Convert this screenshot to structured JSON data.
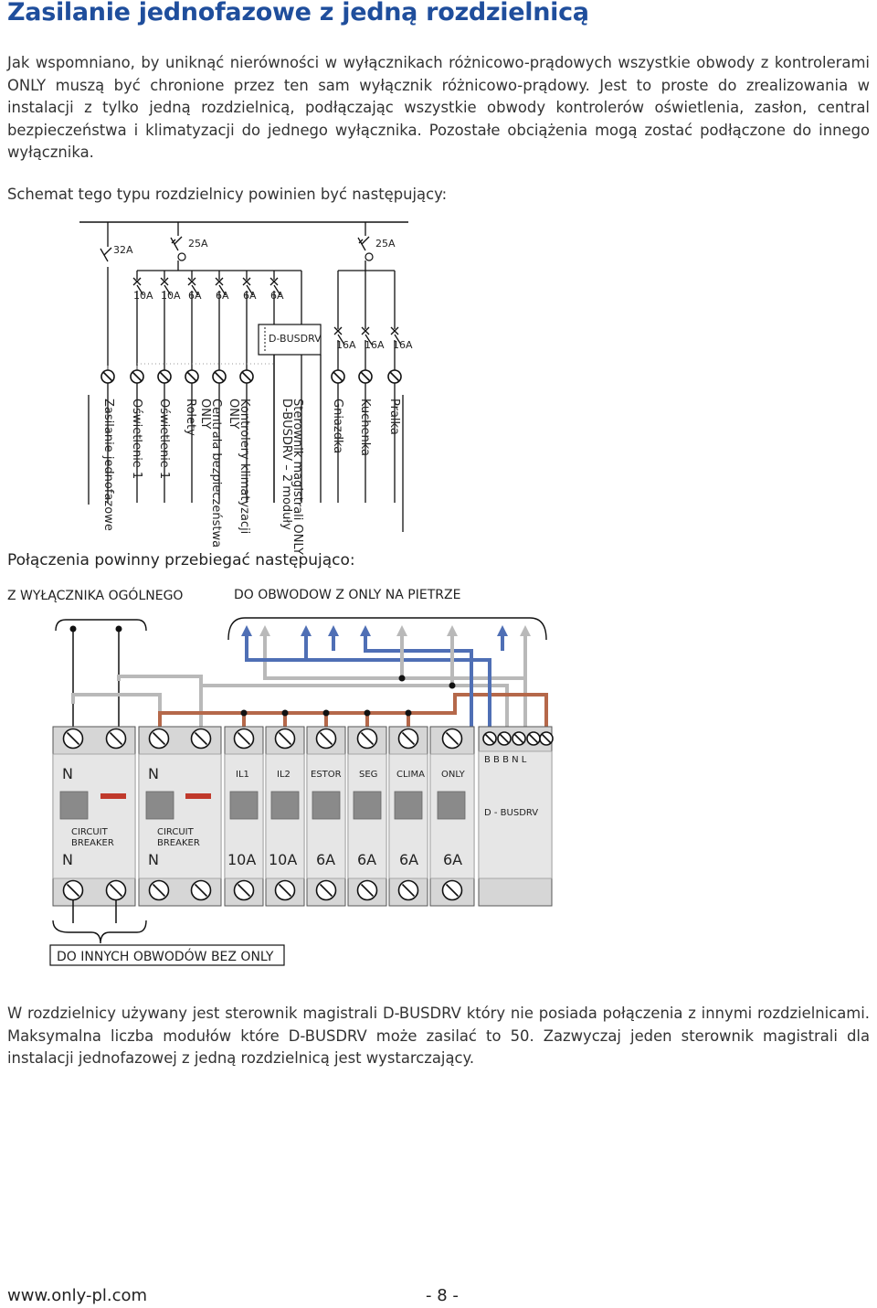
{
  "title": "Zasilanie jednofazowe z jedną rozdzielnicą",
  "intro": "Jak wspomniano, by uniknąć nierówności w wyłącznikach różnicowo-prądowych wszystkie obwody z kontrolerami ONLY muszą być chronione przez ten sam wyłącznik różnicowo-prądowy. Jest to proste do zrealizowania w instalacji z tylko jedną rozdzielnicą, podłączając wszystkie obwody kontrolerów oświetlenia, zasłon, central bezpieczeństwa i klimatyzacji do jednego wyłącznika. Pozostałe obciążenia mogą zostać podłączone do innego wyłącznika.",
  "schema_heading": "Schemat tego typu rozdzielnicy powinien być następujący:",
  "schematic": {
    "main_rating": "32A",
    "rcd_ratings": [
      "25A",
      "25A"
    ],
    "breaker_ratings": [
      "10A",
      "10A",
      "6A",
      "6A",
      "6A",
      "6A"
    ],
    "dbus_label": "D-BUSDRV",
    "right_ratings": [
      "16A",
      "16A",
      "16A"
    ],
    "circuits": [
      [
        "Zasilanie jednofazowe"
      ],
      [
        "Oświetlenie 1"
      ],
      [
        "Oświetlenie 1"
      ],
      [
        "Rolety"
      ],
      [
        "Centrala bezpieczeństwa",
        "ONLY"
      ],
      [
        "Kontrolery klimatyzacji",
        "ONLY"
      ],
      [
        "Sterownik magistrali ONLY",
        "D-BUSDRV – 2 moduły"
      ],
      [
        "Gniazdka"
      ],
      [
        "Kuchenka"
      ],
      [
        "Pralka"
      ]
    ]
  },
  "connections_heading": "Połączenia powinny przebiegać następująco:",
  "wiring": {
    "label_from_main": "Z WYŁĄCZNIKA OGÓLNEGO",
    "label_to_only": "DO OBWODOW Z ONLY NA PIETRZE",
    "label_other": "DO INNYCH OBWODÓW BEZ ONLY",
    "rcd1": {
      "top": "N",
      "text1": "CIRCUIT",
      "text2": "BREAKER",
      "bottom": "N"
    },
    "rcd2": {
      "top": "N",
      "text1": "CIRCUIT",
      "text2": "BREAKER",
      "bottom": "N"
    },
    "mcb_labels": [
      "IL1",
      "IL2",
      "ESTOR",
      "SEG",
      "CLIMA",
      "ONLY"
    ],
    "mcb_ratings": [
      "10A",
      "10A",
      "6A",
      "6A",
      "6A",
      "6A"
    ],
    "dbus_terminals": "B B B N L",
    "dbus_name": "D - BUSDRV"
  },
  "outro": "W rozdzielnicy używany jest sterownik magistrali D-BUSDRV który nie posiada połączenia z innymi rozdzielnicami. Maksymalna liczba modułów które D-BUSDRV może zasilać to 50. Zazwyczaj jeden sterownik magistrali dla instalacji jednofazowej z jedną rozdzielnicą jest wystarczający.",
  "footer": {
    "url": "www.only-pl.com",
    "page": "- 8 -"
  },
  "colors": {
    "title": "#1f4e9c",
    "wire_blue": "#4f6fb5",
    "wire_gray": "#b9b9b9",
    "wire_brown": "#b5684a",
    "module": "#d6d6d6"
  }
}
